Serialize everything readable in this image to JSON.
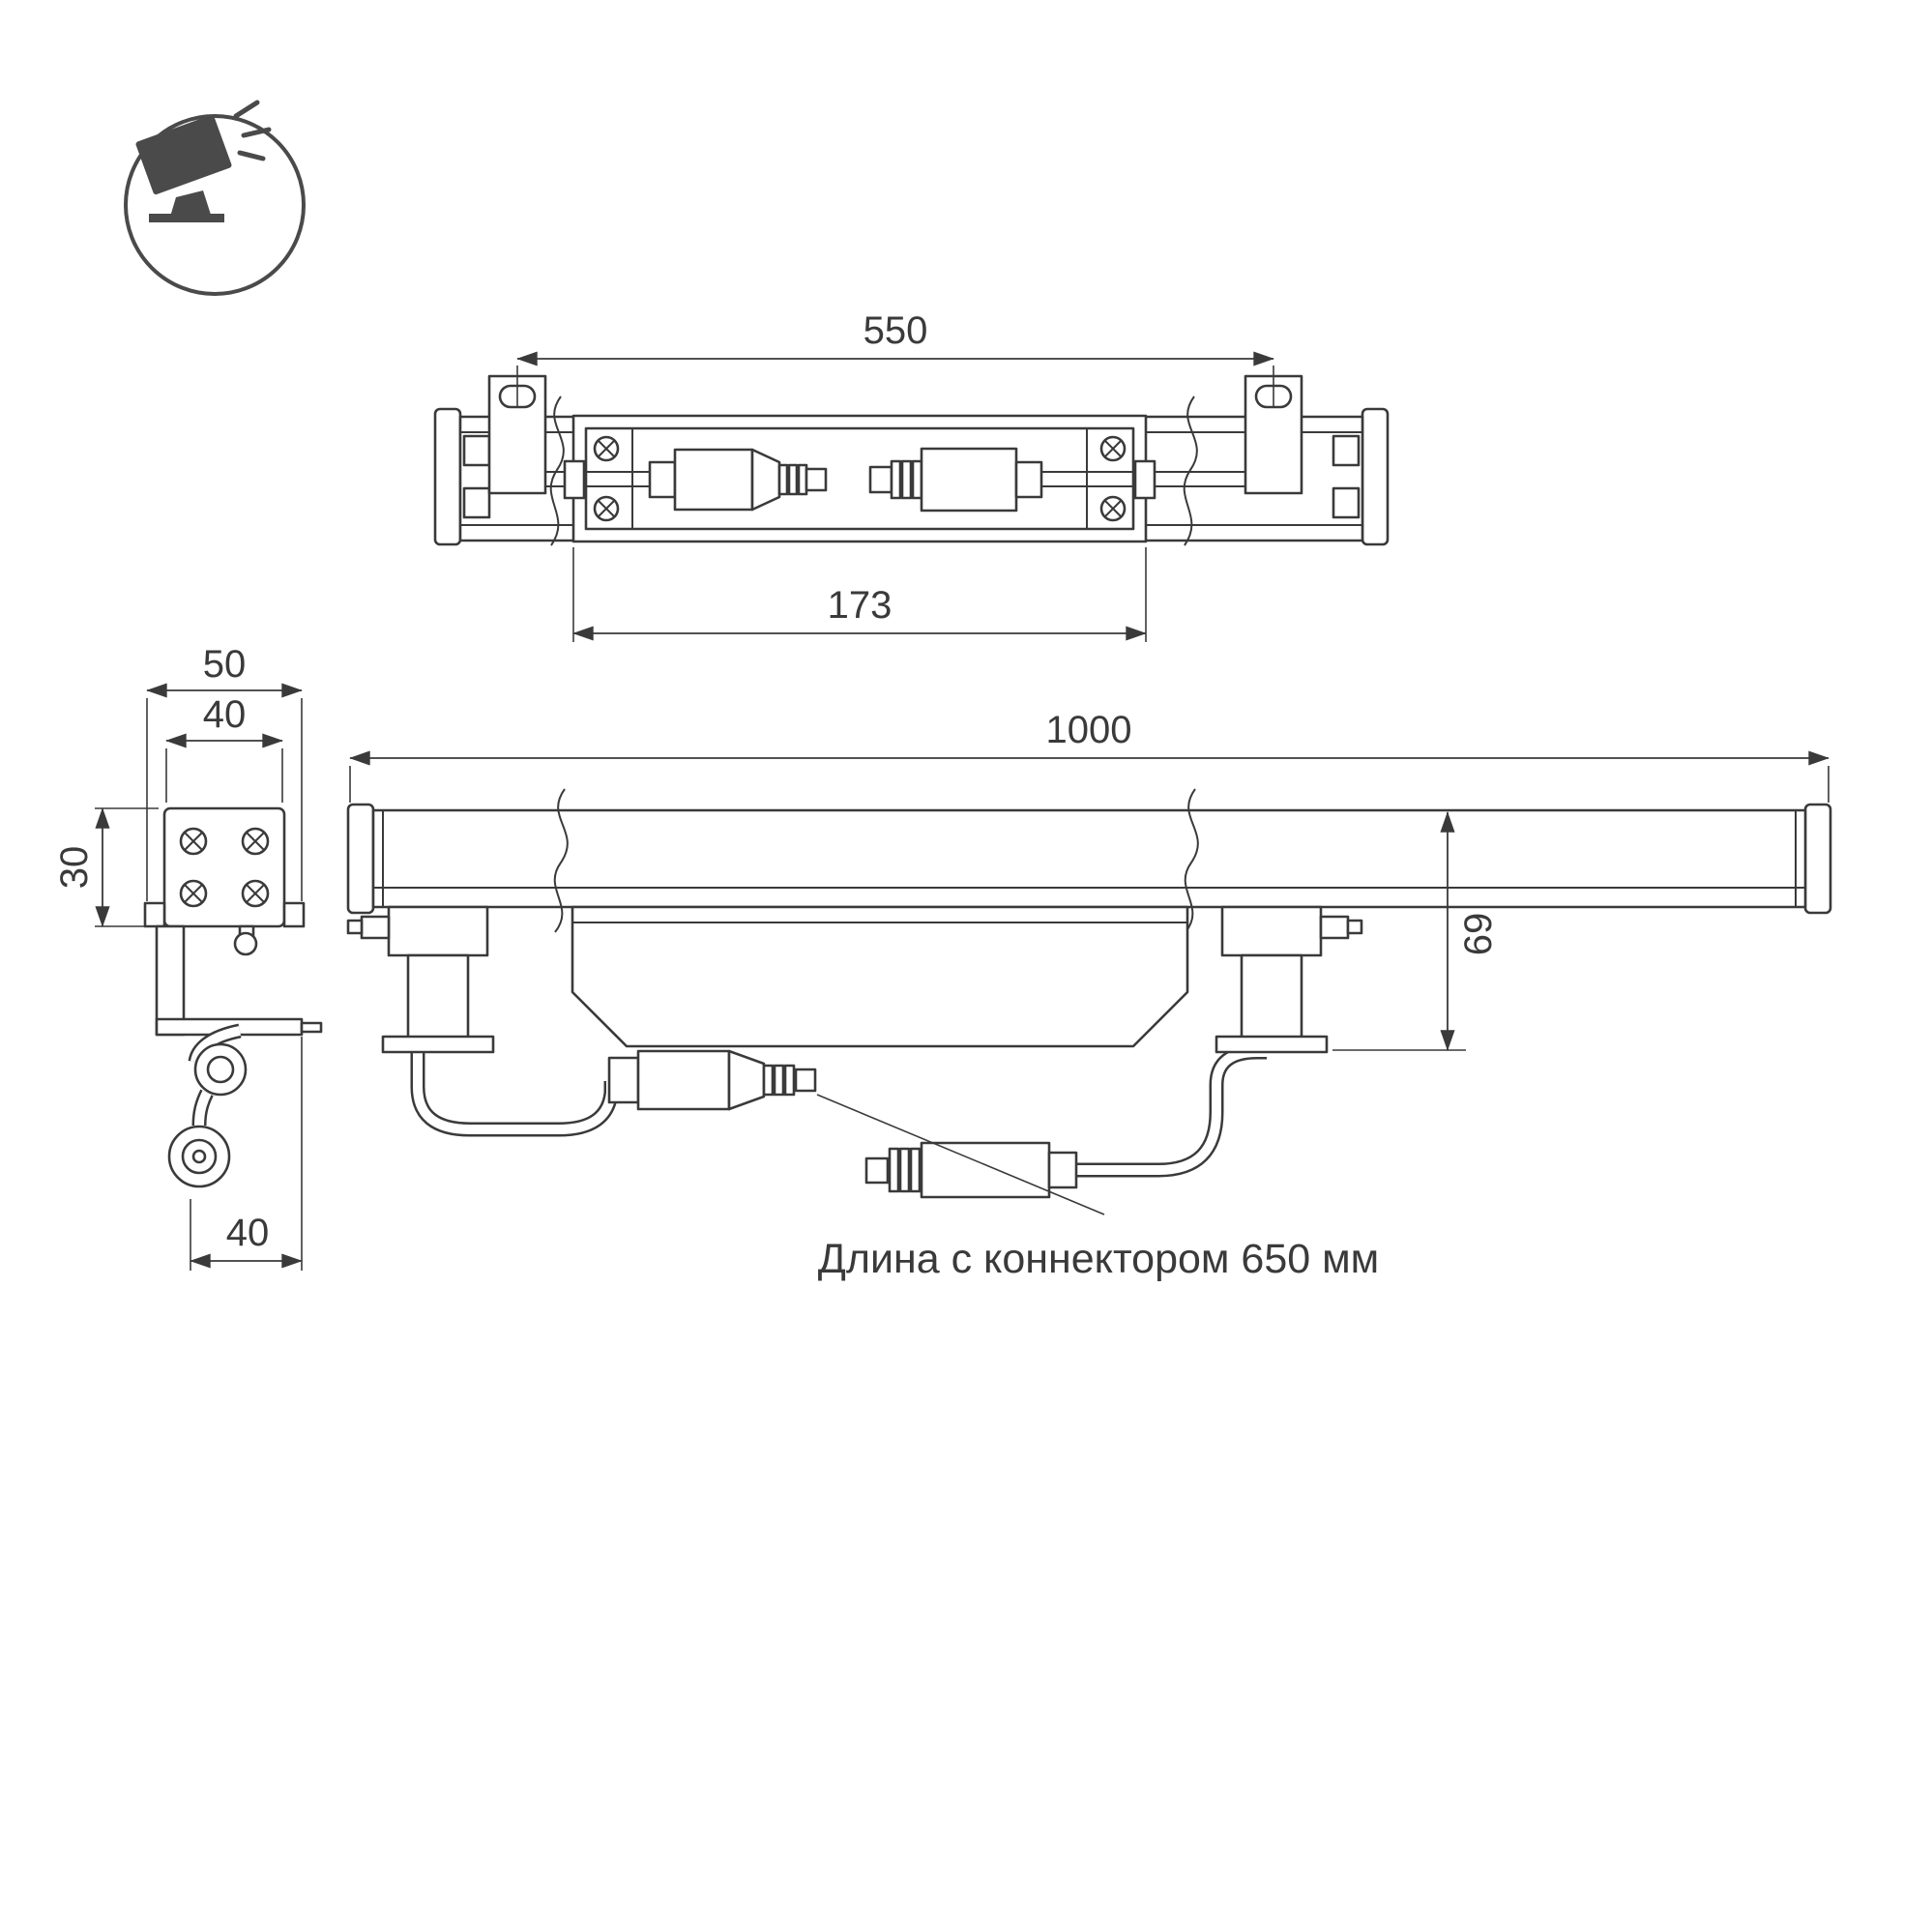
{
  "drawing": {
    "kind": "technical-dimension-drawing",
    "icon": "tilted-floodlight-icon",
    "dims": {
      "top_length": "550",
      "top_window": "173",
      "side_outer_width": "50",
      "side_inner_width": "40",
      "side_height": "30",
      "side_foot_width": "40",
      "front_length": "1000",
      "front_height": "69"
    },
    "note": {
      "connector_length": "Длина с коннектором 650 мм"
    },
    "colors": {
      "line": "#3a3a3a",
      "icon": "#4a4a4a",
      "background": "#ffffff"
    }
  }
}
